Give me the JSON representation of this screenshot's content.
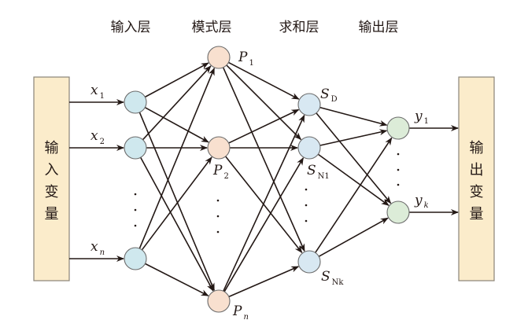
{
  "layers": {
    "input": "输入层",
    "pattern": "模式层",
    "summation": "求和层",
    "output": "输出层"
  },
  "boxes": {
    "input_variable": [
      "输",
      "入",
      "变",
      "量"
    ],
    "output_variable": [
      "输",
      "出",
      "变",
      "量"
    ]
  },
  "nodes": {
    "input": [
      {
        "label": "x",
        "sub": "1",
        "sub_italic": false
      },
      {
        "label": "x",
        "sub": "2",
        "sub_italic": false
      },
      {
        "label": "x",
        "sub": "n",
        "sub_italic": true
      }
    ],
    "pattern": [
      {
        "label": "P",
        "sub": "1",
        "sub_italic": false
      },
      {
        "label": "P",
        "sub": "2",
        "sub_italic": false
      },
      {
        "label": "P",
        "sub": "n",
        "sub_italic": true
      }
    ],
    "summation": [
      {
        "label": "S",
        "sub": "D"
      },
      {
        "label": "S",
        "sub": "N1"
      },
      {
        "label": "S",
        "sub": "Nk"
      }
    ],
    "output": [
      {
        "label": "y",
        "sub": "1",
        "sub_italic": false
      },
      {
        "label": "y",
        "sub": "k",
        "sub_italic": true
      }
    ]
  },
  "colors": {
    "box_fill": "#fbeccb",
    "box_stroke": "#8a8478",
    "input_node": "#cfe8ee",
    "pattern_node": "#f8e0cf",
    "summation_node": "#d8e8f2",
    "output_node": "#dcecd8",
    "node_stroke": "#6b6b6b"
  },
  "ellipsis": "···"
}
